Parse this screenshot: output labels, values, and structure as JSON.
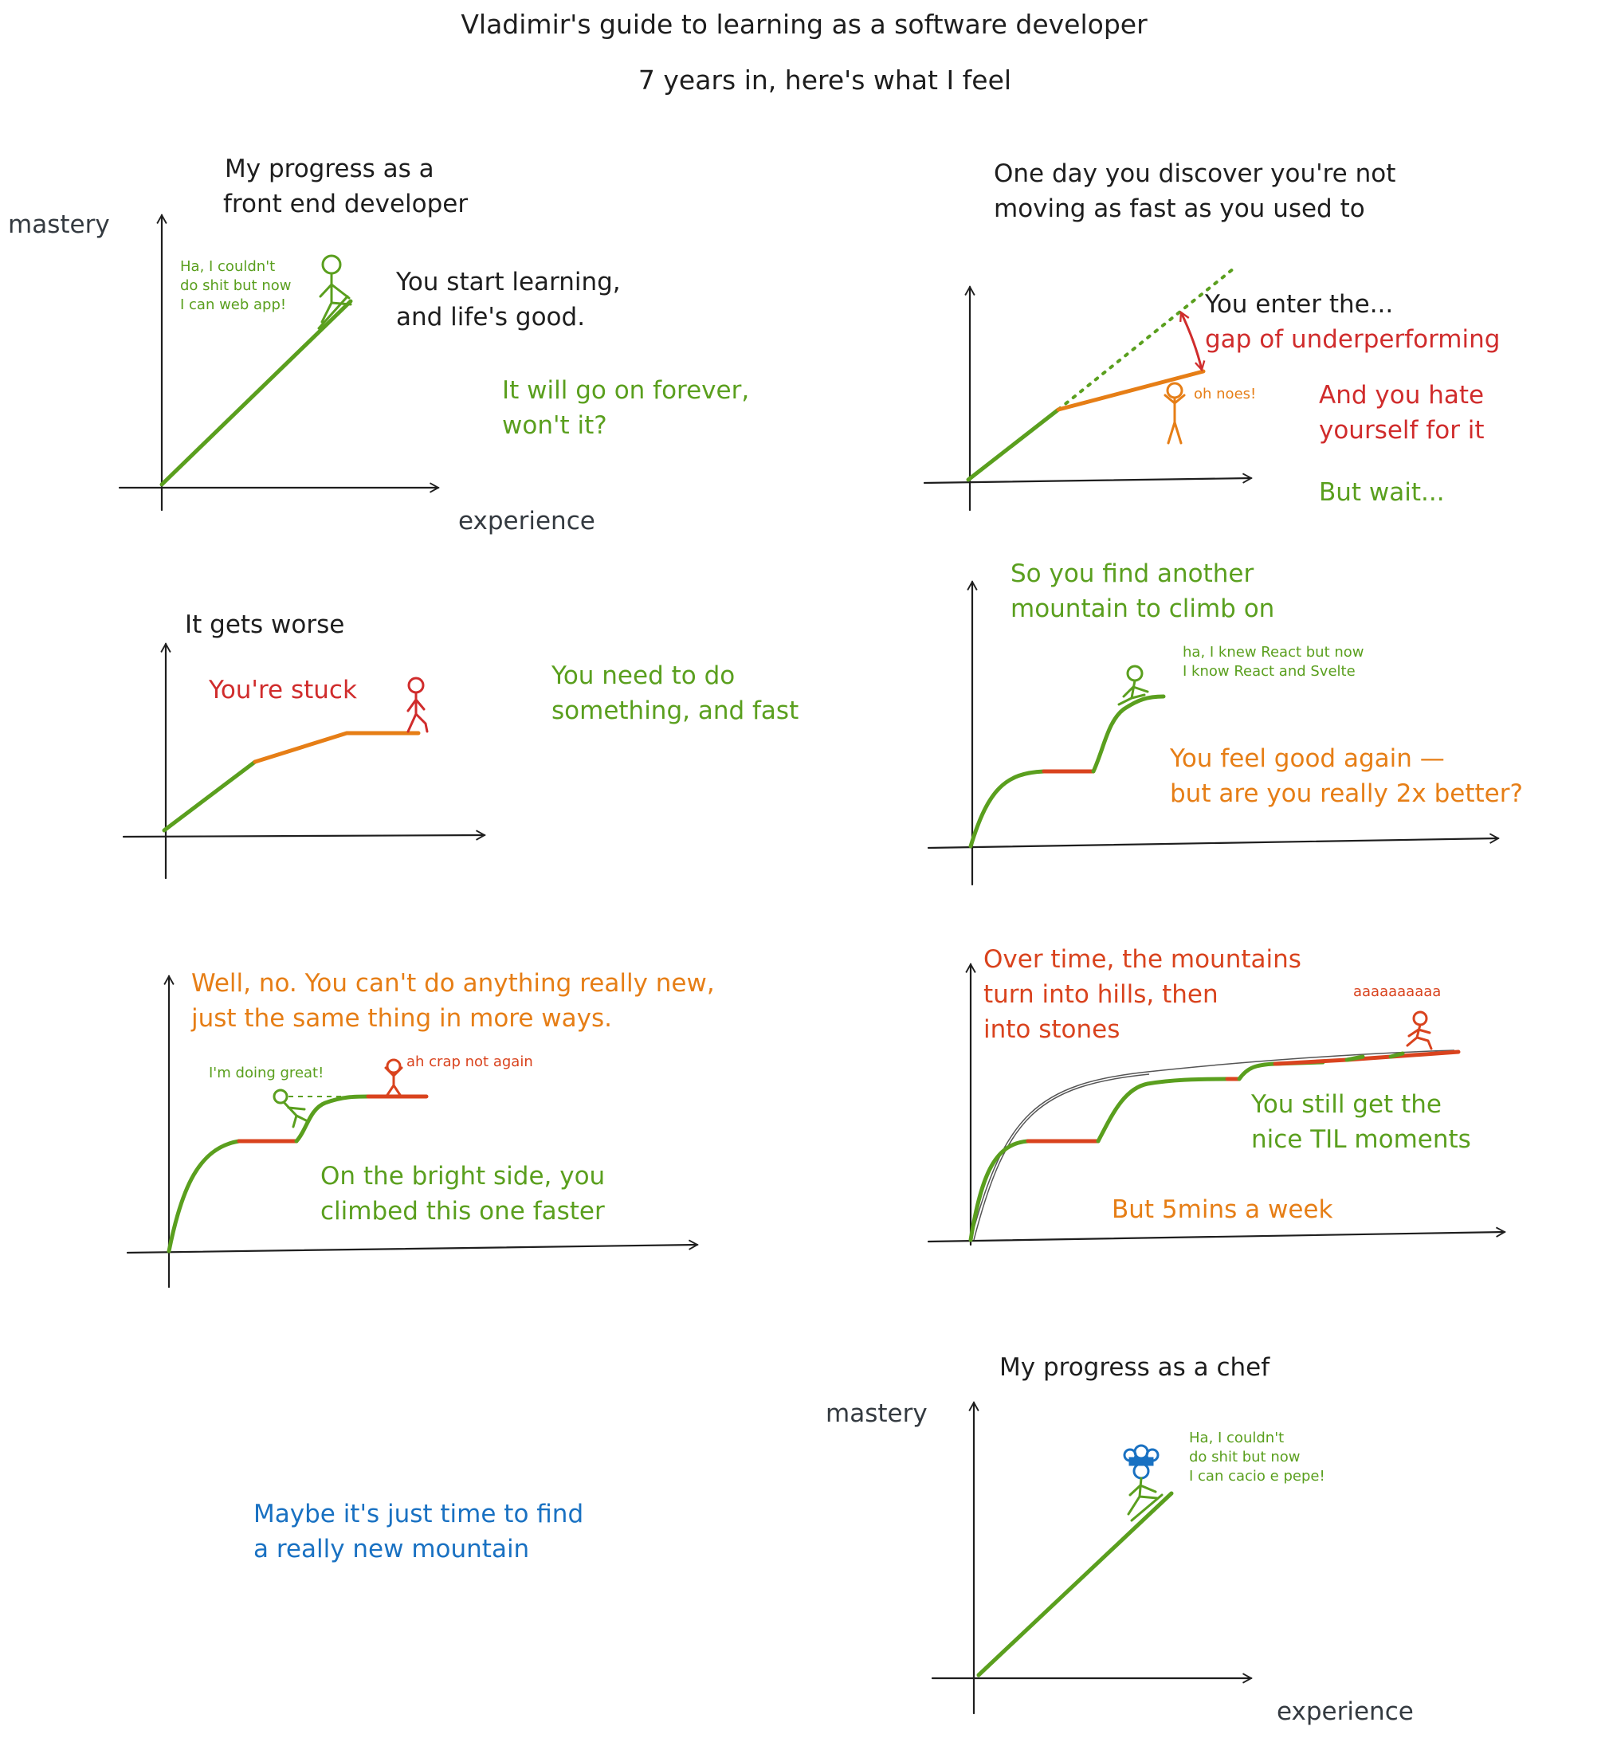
{
  "header": {
    "title": "Vladimir's guide to learning as a software developer",
    "subtitle": "7 years in, here's what I feel"
  },
  "colors": {
    "black": "#1e1e1e",
    "gray_label": "#343a40",
    "green": "#5a9f1e",
    "orange": "#e67e16",
    "red": "#d9431e",
    "crimson": "#d02c2c",
    "blue": "#1971c2"
  },
  "panel1": {
    "title_line1": "My progress as a",
    "title_line2": "front end developer",
    "y_label": "mastery",
    "x_label": "experience",
    "bubble_line1": "Ha, I couldn't",
    "bubble_line2": "do shit but now",
    "bubble_line3": "I can web app!",
    "text1_line1": "You start learning,",
    "text1_line2": "and life's good.",
    "text2_line1": "It will go on forever,",
    "text2_line2": "won't it?"
  },
  "panel2": {
    "title_line1": "One day you discover you're not",
    "title_line2": "moving as fast as you used to",
    "enter_text": "You enter the...",
    "gap_text": "gap of underperforming",
    "figure_speech": "oh noes!",
    "hate_line1": "And you hate",
    "hate_line2": "yourself for it",
    "but_wait": "But wait..."
  },
  "panel3": {
    "title": "It gets worse",
    "stuck": "You're stuck",
    "text_line1": "You need to do",
    "text_line2": "something, and fast"
  },
  "panel4": {
    "title_line1": "So you find another",
    "title_line2": "mountain to climb on",
    "bubble_line1": "ha, I knew React but now",
    "bubble_line2": "I know React and Svelte",
    "text_line1": "You feel good again —",
    "text_line2": "but are you really 2x better?"
  },
  "panel5": {
    "title_line1": "Well, no. You can't do anything really new,",
    "title_line2": "just the same thing in more ways.",
    "bubble_left": "I'm doing great!",
    "bubble_right": "ah crap not again",
    "text_line1": "On the bright side, you",
    "text_line2": "climbed this one faster"
  },
  "panel6": {
    "title_line1": "Over time, the mountains",
    "title_line2": "turn into hills, then",
    "title_line3": "into stones",
    "scream": "aaaaaaaaaa",
    "til_line1": "You still get the",
    "til_line2": "nice TIL moments",
    "week": "But 5mins a week"
  },
  "panel7": {
    "line1": "Maybe it's just time to find",
    "line2": "a really new mountain"
  },
  "panel8": {
    "title": "My progress as a chef",
    "y_label": "mastery",
    "x_label": "experience",
    "bubble_line1": "Ha, I couldn't",
    "bubble_line2": "do shit but now",
    "bubble_line3": "I can cacio e pepe!"
  }
}
